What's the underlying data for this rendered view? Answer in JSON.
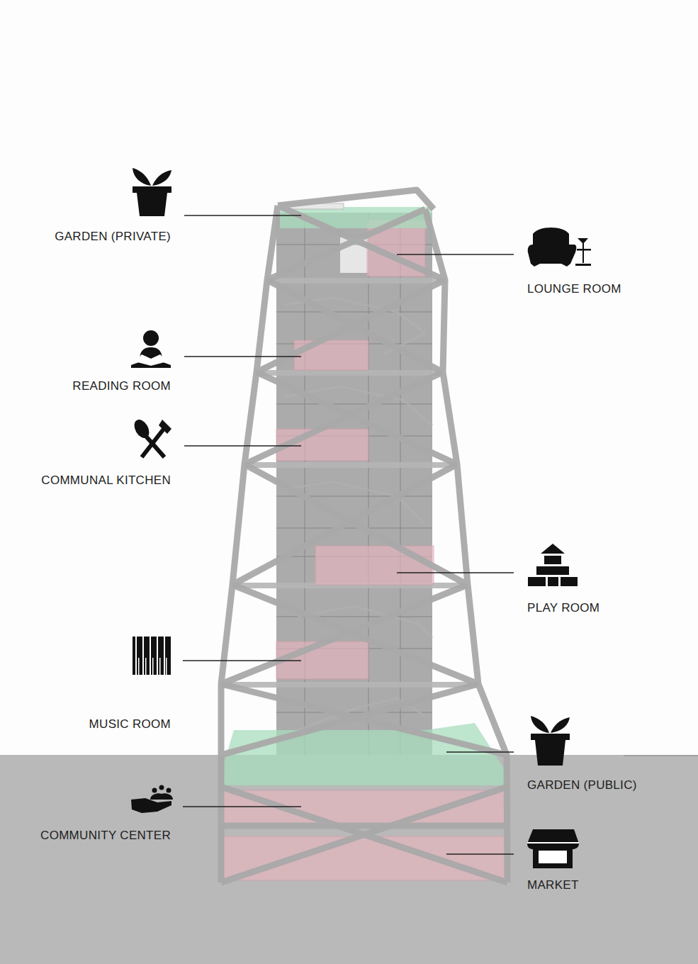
{
  "diagram": {
    "labels": [
      "GARDEN (PRIVATE)",
      "LOUNGE ROOM",
      "READING ROOM",
      "COMMUNAL KITCHEN",
      "PLAY ROOM",
      "MUSIC ROOM",
      "GARDEN (PUBLIC)",
      "COMMUNITY CENTER",
      "MARKET"
    ]
  }
}
